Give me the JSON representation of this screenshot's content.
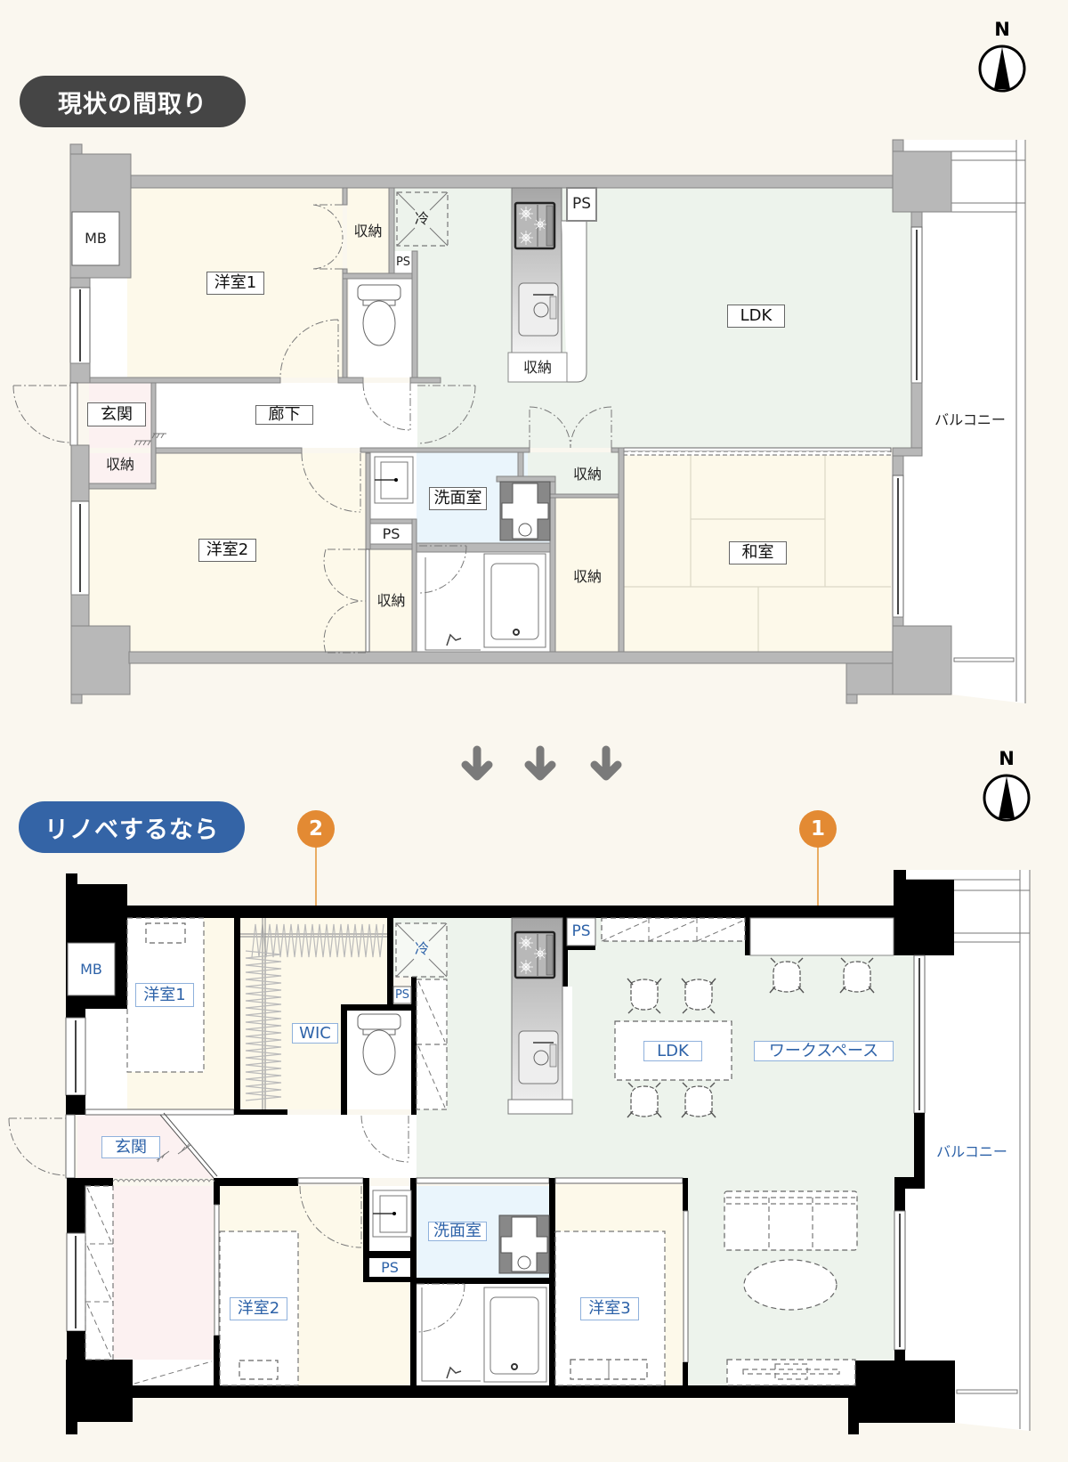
{
  "current_plan": {
    "title": "現状の間取り",
    "compass_label": "N",
    "rooms": {
      "meter_box": "MB",
      "western_room_1": "洋室1",
      "closet_room1": "収納",
      "fridge": "冷",
      "ps_toilet": "PS",
      "ps_kitchen": "PS",
      "ldk": "LDK",
      "closet_kitchen": "収納",
      "entrance": "玄関",
      "hallway": "廊下",
      "closet_entrance": "収納",
      "western_room_2": "洋室2",
      "washroom": "洗面室",
      "ps_washroom": "PS",
      "closet_room2": "収納",
      "closet_mid_upper": "収納",
      "closet_mid_lower": "収納",
      "japanese_room": "和室",
      "balcony": "バルコニー"
    }
  },
  "transition": {
    "arrow_count": 3,
    "arrow_icon": "arrow-down-icon"
  },
  "renovated_plan": {
    "title": "リノベするなら",
    "compass_label": "N",
    "markers": {
      "wic_marker": "2",
      "workspace_marker": "1"
    },
    "rooms": {
      "meter_box": "MB",
      "western_room_1": "洋室1",
      "walk_in_closet": "WIC",
      "fridge": "冷",
      "ps_toilet": "PS",
      "ps_kitchen": "PS",
      "ldk": "LDK",
      "workspace": "ワークスペース",
      "entrance": "玄関",
      "western_room_2": "洋室2",
      "washroom": "洗面室",
      "ps_washroom": "PS",
      "western_room_3": "洋室3",
      "balcony": "バルコニー"
    }
  },
  "colors": {
    "page_background": "#faf7ef",
    "current_title_pill": "#454545",
    "renovated_title_pill": "#3464a6",
    "marker_orange": "#e38a33",
    "label_blue": "#2d62a8",
    "ldk_green": "#edf3ec",
    "room_cream": "#fdf9ea",
    "entrance_pink": "#fcf1f1",
    "washroom_blue": "#eaf5fc",
    "wall_current_grey": "#b8b8b8",
    "wall_renovated_black": "#000000"
  }
}
